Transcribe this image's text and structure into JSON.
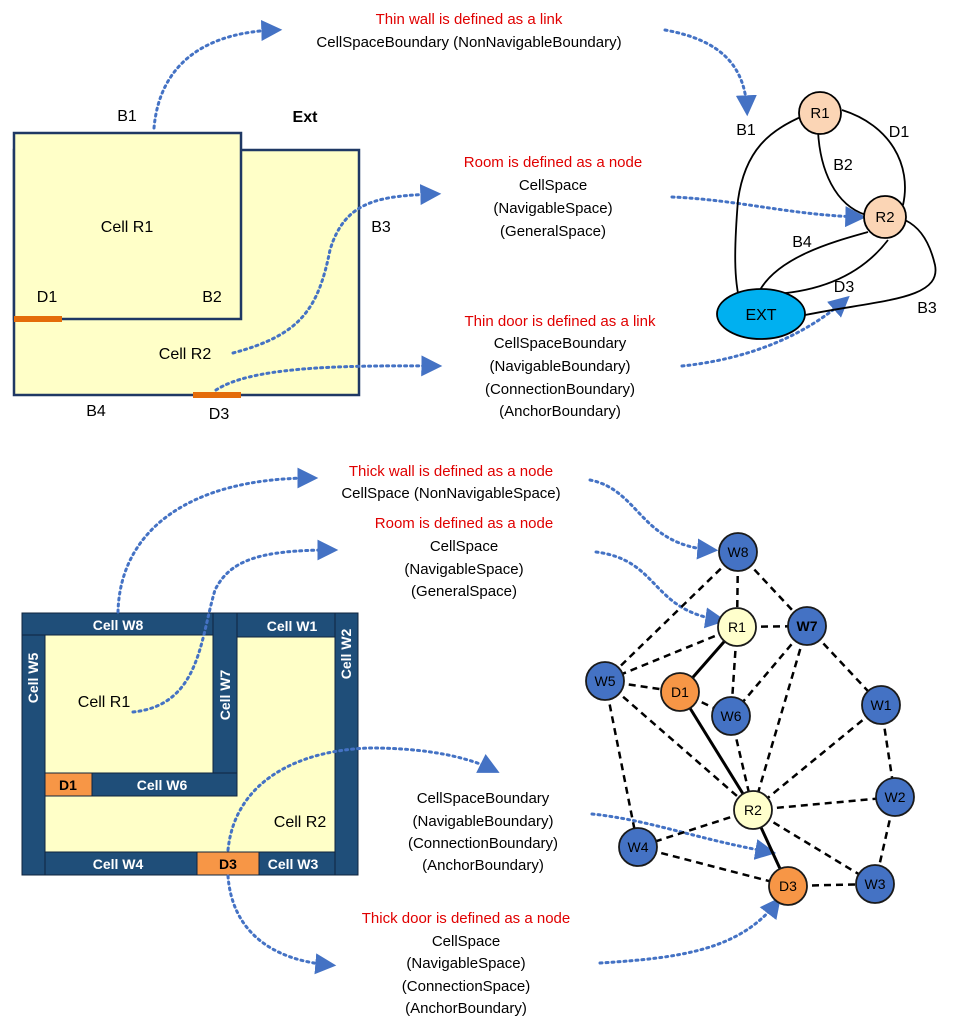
{
  "colors": {
    "cell_fill": "#ffffc8",
    "outline": "#1f3864",
    "door": "#e46c0a",
    "thick_cell": "#1f4e79",
    "node_room": "#fbd5b5",
    "node_ext": "#00b0f0",
    "node_wall": "#4472c4",
    "node_door": "#f79646",
    "node_room_thick": "#ffffcc",
    "caption_red": "#e00000",
    "arrow": "#4472c4"
  },
  "top": {
    "plan": {
      "cell_r1": "Cell R1",
      "cell_r2": "Cell R2",
      "ext": "Ext",
      "b1": "B1",
      "b2": "B2",
      "b3": "B3",
      "b4": "B4",
      "d1": "D1",
      "d3": "D3"
    },
    "captions": {
      "thin_wall": {
        "title": "Thin wall is defined as a link",
        "lines": [
          "CellSpaceBoundary (NonNavigableBoundary)"
        ]
      },
      "room": {
        "title": "Room is defined as a node",
        "lines": [
          "CellSpace",
          "(NavigableSpace)",
          "(GeneralSpace)"
        ]
      },
      "thin_door": {
        "title": "Thin door is defined as a link",
        "lines": [
          "CellSpaceBoundary",
          "(NavigableBoundary)",
          "(ConnectionBoundary)",
          "(AnchorBoundary)"
        ]
      }
    },
    "graph": {
      "nodes": {
        "r1": "R1",
        "r2": "R2",
        "ext": "EXT"
      },
      "edges": {
        "b1": "B1",
        "d1": "D1",
        "b2": "B2",
        "b4": "B4",
        "d3": "D3",
        "b3": "B3"
      }
    }
  },
  "bottom": {
    "plan": {
      "w8": "Cell W8",
      "w1": "Cell W1",
      "w2": "Cell W2",
      "w5": "Cell W5",
      "w7": "Cell W7",
      "w6": "Cell W6",
      "w4": "Cell W4",
      "w3": "Cell W3",
      "r1": "Cell R1",
      "r2": "Cell R2",
      "d1": "D1",
      "d3": "D3"
    },
    "captions": {
      "thick_wall": {
        "title": "Thick wall is defined as a node",
        "lines": [
          "CellSpace (NonNavigableSpace)"
        ]
      },
      "room": {
        "title": "Room is defined as a node",
        "lines": [
          "CellSpace",
          "(NavigableSpace)",
          "(GeneralSpace)"
        ]
      },
      "boundary": {
        "lines": [
          "CellSpaceBoundary",
          "(NavigableBoundary)",
          "(ConnectionBoundary)",
          "(AnchorBoundary)"
        ]
      },
      "thick_door": {
        "title": "Thick door is defined as a node",
        "lines": [
          "CellSpace",
          "(NavigableSpace)",
          "(ConnectionSpace)",
          "(AnchorBoundary)"
        ]
      }
    },
    "graph": {
      "nodes": {
        "w8": "W8",
        "r1": "R1",
        "w7": "W7",
        "w5": "W5",
        "d1": "D1",
        "w6": "W6",
        "w1": "W1",
        "r2": "R2",
        "w2": "W2",
        "w4": "W4",
        "d3": "D3",
        "w3": "W3"
      }
    }
  }
}
